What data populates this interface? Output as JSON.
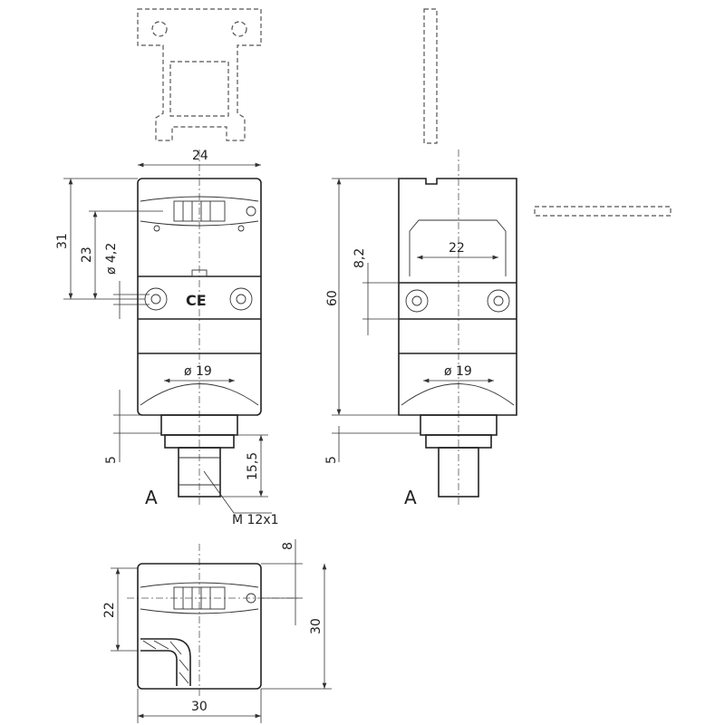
{
  "front_view": {
    "width_top": "24",
    "height_total": "31",
    "height_holes": "23",
    "hole_diameter": "ø 4,2",
    "ce_mark": "CE",
    "bore_diameter": "ø 19",
    "collar_height": "5",
    "connector_length": "15,5",
    "view_marker": "A",
    "thread_callout": "M 12x1"
  },
  "side_view": {
    "height_total": "60",
    "hole_offset": "8,2",
    "hole_spacing": "22",
    "bore_diameter": "ø 19",
    "collar_height": "5",
    "view_marker": "A"
  },
  "bottom_view": {
    "offset": "8",
    "depth": "22",
    "height": "30",
    "width": "30"
  }
}
